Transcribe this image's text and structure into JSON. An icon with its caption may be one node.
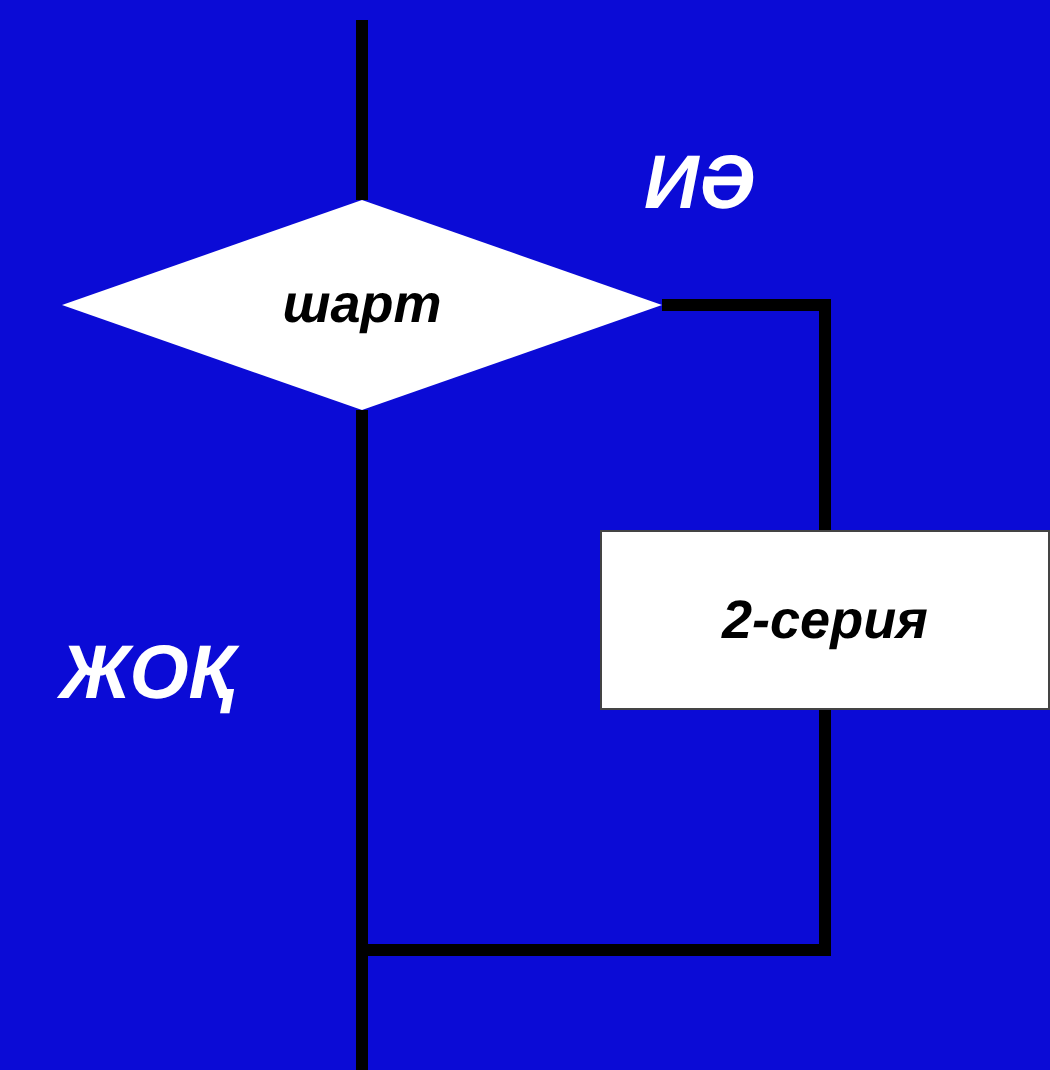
{
  "diagram": {
    "nodes": [
      {
        "text": [
          "шарт"
        ]
      },
      {
        "text": [
          "2-серия"
        ]
      }
    ],
    "edges": [
      {
        "from": null,
        "to": 0,
        "arrow": "none"
      },
      {
        "from": 0,
        "to": 1,
        "arrow": "none",
        "label": "ИӘ"
      },
      {
        "from": 0,
        "to": null,
        "arrow": "none",
        "label": "ЖОҚ"
      },
      {
        "from": 1,
        "to": null,
        "arrow": "none"
      }
    ]
  }
}
